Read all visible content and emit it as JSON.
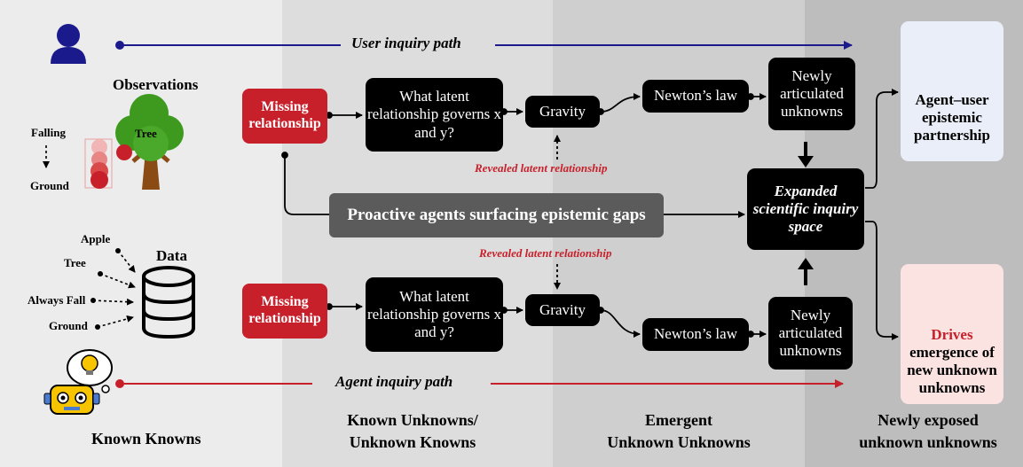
{
  "paths": {
    "user": "User  inquiry path",
    "agent": "Agent  inquiry path"
  },
  "left": {
    "observations": "Observations",
    "falling": "Falling",
    "ground_obs": "Ground",
    "tree_label": "Tree",
    "data": "Data",
    "data_items": [
      "Apple",
      "Tree",
      "Always Fall",
      "Ground"
    ],
    "known_knowns": "Known Knowns"
  },
  "top_row": {
    "missing": "Missing relationship",
    "question": "What latent relationship governs x and y?",
    "gravity": "Gravity",
    "newton": "Newton’s law",
    "unknowns": "Newly articulated unknowns",
    "revealed": "Revealed latent relationship"
  },
  "bottom_row": {
    "missing": "Missing relationship",
    "question": "What latent relationship governs x and y?",
    "gravity": "Gravity",
    "newton": "Newton’s law",
    "unknowns": "Newly articulated unknowns",
    "revealed": "Revealed latent relationship"
  },
  "middle": {
    "proactive": "Proactive agents surfacing epistemic gaps",
    "expanded": "Expanded scientific inquiry space"
  },
  "right": {
    "partnership": "Agent–user epistemic partnership",
    "drives_bold": "Drives",
    "drives_rest": "emergence of new unknown unknowns"
  },
  "columns": {
    "c2_line1": "Known Unknowns/",
    "c2_line2": "Unknown Knowns",
    "c3_line1": "Emergent",
    "c3_line2": "Unknown Unknowns",
    "c4_line1": "Newly exposed",
    "c4_line2": "unknown unknowns"
  },
  "colors": {
    "band1": "#ececec",
    "band2": "#dddddd",
    "band3": "#cfcfcf",
    "band4": "#bdbdbd",
    "user_path": "#1a1a8c",
    "agent_path": "#c8202b",
    "missing": "#c8202b"
  }
}
